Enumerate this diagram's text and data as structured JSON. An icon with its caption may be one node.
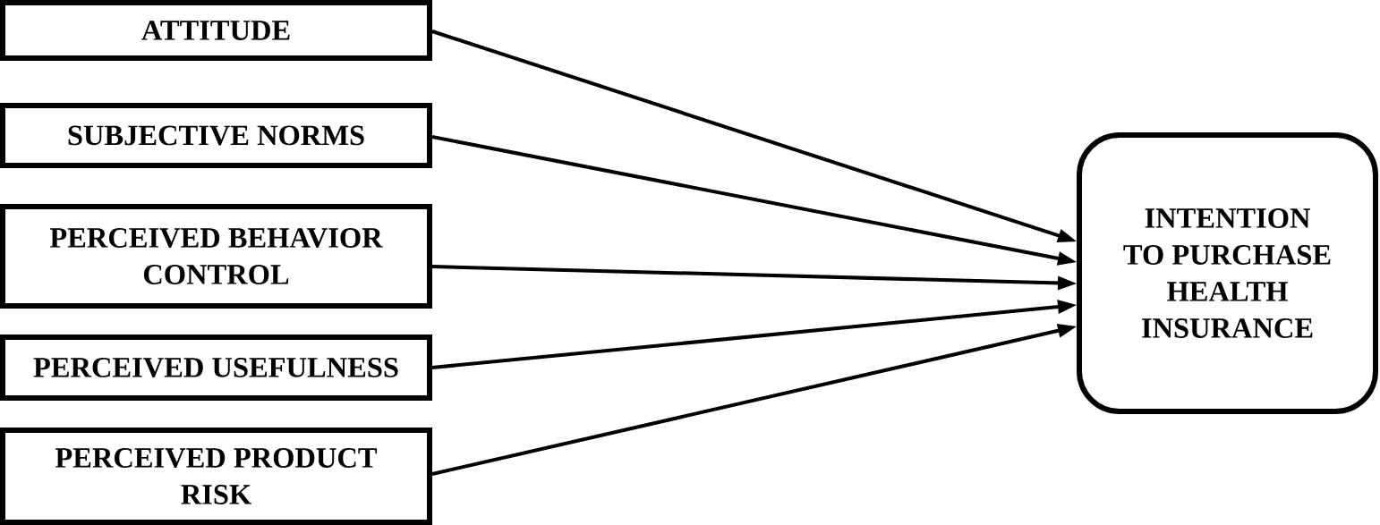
{
  "diagram": {
    "nodes": [
      {
        "text": [
          "ATTITUDE"
        ]
      },
      {
        "text": [
          "SUBJECTIVE NORMS"
        ]
      },
      {
        "text": [
          "PERCEIVED BEHAVIOR CONTROL"
        ]
      },
      {
        "text": [
          "PERCEIVED USEFULNESS"
        ]
      },
      {
        "text": [
          "PERCEIVED PRODUCT RISK"
        ]
      },
      {
        "text": [
          "INTENTION TO PURCHASE HEALTH INSURANCE"
        ]
      }
    ],
    "edges": [
      {
        "from": 0,
        "to": 5,
        "arrow": "to"
      },
      {
        "from": 1,
        "to": 5,
        "arrow": "to"
      },
      {
        "from": 2,
        "to": 5,
        "arrow": "to"
      },
      {
        "from": 3,
        "to": 5,
        "arrow": "to"
      },
      {
        "from": 4,
        "to": 5,
        "arrow": "to"
      }
    ]
  }
}
